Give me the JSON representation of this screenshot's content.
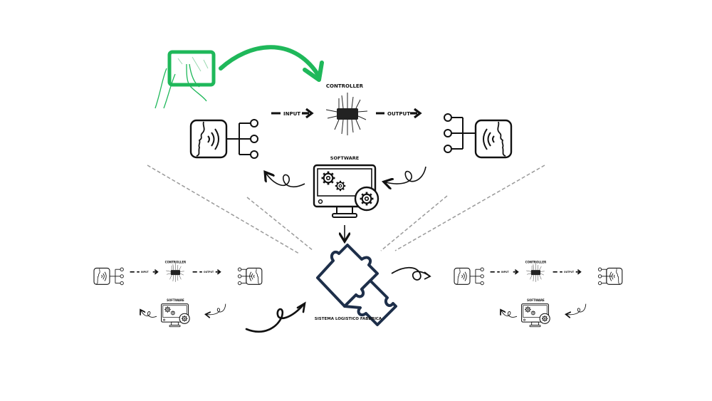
{
  "main_diagram": {
    "controller_label": "CONTROLLER",
    "input_label": "INPUT",
    "output_label": "OUTPUT",
    "software_label": "SOFTWARE"
  },
  "left_mini_diagram": {
    "controller_label": "CONTROLLER",
    "input_label": "INPUT",
    "output_label": "OUTPUT",
    "software_label": "SOFTWARE"
  },
  "right_mini_diagram": {
    "controller_label": "CONTROLLER",
    "input_label": "INPUT",
    "output_label": "OUTPUT",
    "software_label": "SOFTWARE"
  },
  "center": {
    "puzzle_label": "SISTEMA LOGISTICO FABBRICA"
  },
  "colors": {
    "accent_green": "#1fb85a",
    "line": "#111111",
    "dashed": "#9a9a9a",
    "puzzle_edge": "#1e2f4a"
  }
}
